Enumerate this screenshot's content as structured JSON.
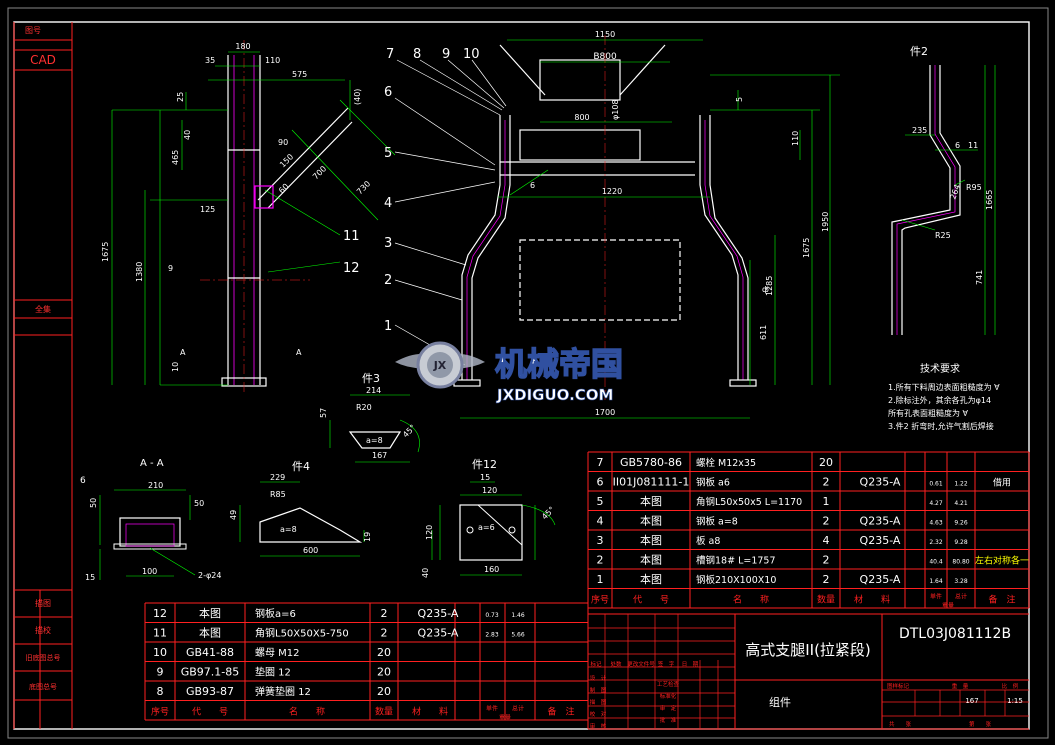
{
  "sidebar": {
    "top_label": "图号",
    "cad_label": "CAD",
    "merge_label": "全集",
    "lower_labels": [
      "描图",
      "描校",
      "旧底图总号",
      "底图总号"
    ]
  },
  "dims_left": {
    "top": [
      "180",
      "110",
      "35",
      "575",
      "(40)"
    ],
    "side": [
      "25",
      "40",
      "465",
      "125",
      "1675",
      "1380"
    ],
    "diag": [
      "90",
      "730",
      "700",
      "150",
      "60"
    ],
    "weld": "9",
    "section": "A",
    "zero": "10"
  },
  "dims_center": {
    "top_span": "1150",
    "b_label": "B800",
    "inner": "800",
    "phi": "φ108",
    "mid": "1220",
    "weld": "6",
    "right": [
      "5",
      "110",
      "1950",
      "1675",
      "1285",
      "ф",
      "611"
    ],
    "bottom": "1700",
    "callouts": [
      "7",
      "8",
      "9",
      "10",
      "6",
      "5",
      "4",
      "3",
      "2",
      "1",
      "11",
      "12"
    ]
  },
  "part2": {
    "title": "件2",
    "dims": [
      "235",
      "6",
      "11",
      "R95",
      "1665",
      "264",
      "R25",
      "741"
    ]
  },
  "part3": {
    "title": "件3",
    "dims": [
      "214",
      "R20",
      "57",
      "a=8",
      "45°",
      "167"
    ]
  },
  "part4": {
    "title": "件4",
    "dims": [
      "229",
      "R85",
      "a=8",
      "49",
      "600",
      "19"
    ]
  },
  "part12": {
    "title": "件12",
    "dims": [
      "15",
      "120",
      "a=6",
      "45°",
      "120",
      "40",
      "160"
    ]
  },
  "section_aa": {
    "title": "A - A",
    "dims": [
      "6",
      "210",
      "50",
      "50",
      "15",
      "100",
      "2-φ24"
    ]
  },
  "tech": {
    "title": "技术要求",
    "lines": [
      "1.所有下料周边表面粗糙度为 ∀",
      "2.除标注外，其余各孔为φ14",
      "  所有孔表面粗糙度为 ∀",
      "3.件2 折弯时,允许气割后焊接"
    ]
  },
  "watermark": {
    "cn": "机械帝国",
    "en": "JXDIGUO.COM",
    "badge": "JX"
  },
  "bom_right": {
    "rows": [
      {
        "no": "7",
        "code": "GB5780-86",
        "name": "螺栓 M12x35",
        "qty": "20",
        "mat": "",
        "w1": "",
        "w2": "",
        "note": ""
      },
      {
        "no": "6",
        "code": "II01J081111-1",
        "name": "钢板 a6",
        "qty": "2",
        "mat": "Q235-A",
        "w1": "0.61",
        "w2": "1.22",
        "note": "借用"
      },
      {
        "no": "5",
        "code": "本图",
        "name": "角钢L50x50x5 L=1170",
        "qty": "1",
        "mat": "",
        "w1": "4.27",
        "w2": "4.21",
        "note": ""
      },
      {
        "no": "4",
        "code": "本图",
        "name": "钢板 a=8",
        "qty": "2",
        "mat": "Q235-A",
        "w1": "4.63",
        "w2": "9.26",
        "note": ""
      },
      {
        "no": "3",
        "code": "本图",
        "name": "板 a8",
        "qty": "4",
        "mat": "Q235-A",
        "w1": "2.32",
        "w2": "9.28",
        "note": ""
      },
      {
        "no": "2",
        "code": "本图",
        "name": "槽钢18# L=1757",
        "qty": "2",
        "mat": "",
        "w1": "40.4",
        "w2": "80.80",
        "note": "左右对称各一"
      },
      {
        "no": "1",
        "code": "本图",
        "name": "钢板210X100X10",
        "qty": "2",
        "mat": "Q235-A",
        "w1": "1.64",
        "w2": "3.28",
        "note": ""
      }
    ],
    "header": [
      "序号",
      "代　　号",
      "名　　称",
      "数量",
      "材　　料",
      "单件",
      "总计",
      "备　注"
    ],
    "weight_label": "重量"
  },
  "bom_left": {
    "rows": [
      {
        "no": "12",
        "code": "本图",
        "name": "钢板a=6",
        "qty": "2",
        "mat": "Q235-A",
        "w1": "0.73",
        "w2": "1.46"
      },
      {
        "no": "11",
        "code": "本图",
        "name": "角钢L50X50X5-750",
        "qty": "2",
        "mat": "Q235-A",
        "w1": "2.83",
        "w2": "5.66"
      },
      {
        "no": "10",
        "code": "GB41-88",
        "name": "螺母 M12",
        "qty": "20",
        "mat": "",
        "w1": "",
        "w2": ""
      },
      {
        "no": "9",
        "code": "GB97.1-85",
        "name": "垫圈 12",
        "qty": "20",
        "mat": "",
        "w1": "",
        "w2": ""
      },
      {
        "no": "8",
        "code": "GB93-87",
        "name": "弹簧垫圈 12",
        "qty": "20",
        "mat": "",
        "w1": "",
        "w2": ""
      }
    ],
    "header": [
      "序号",
      "代　　号",
      "名　　称",
      "数量",
      "材　　料",
      "单件",
      "总计",
      "备　注"
    ],
    "weight_label": "重量"
  },
  "title_block": {
    "name": "高式支腿II(拉紧段)",
    "drawing_no": "DTL03J081112B",
    "sub": "组件",
    "weight": "167",
    "scale": "1:15",
    "small_labels": [
      "标记",
      "处数",
      "更改文件号",
      "签　字",
      "日　期",
      "设　计",
      "制　图",
      "描　图",
      "校　对",
      "审　核",
      "工艺检查",
      "标准化",
      "审　定",
      "批　准",
      "图样标记",
      "重　量",
      "比　例",
      "共　　张",
      "第　　张"
    ]
  },
  "colors": {
    "bg": "#000000",
    "frame": "#ffffff",
    "red": "#ff2020",
    "green": "#00ff00",
    "magenta": "#ff00ff",
    "cyan": "#00ffff",
    "yellow": "#ffff00",
    "blue": "#2040ff"
  }
}
